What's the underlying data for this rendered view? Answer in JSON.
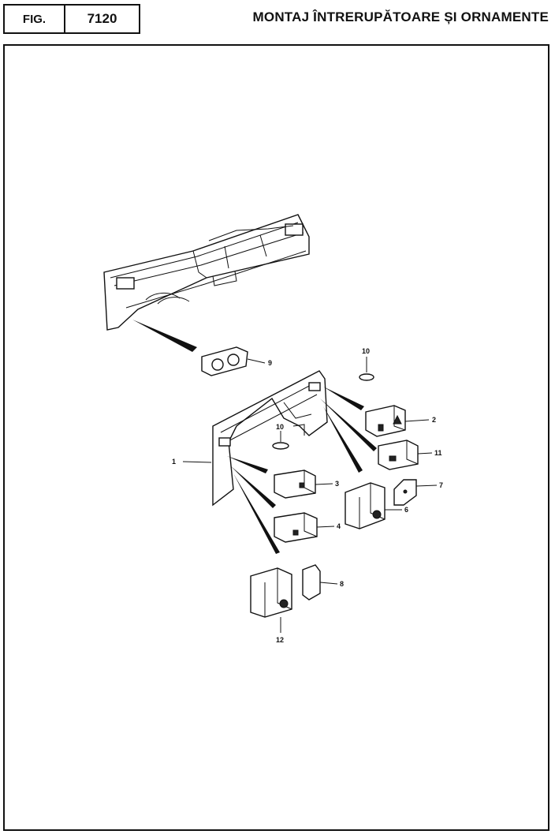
{
  "header": {
    "fig_label": "FIG.",
    "fig_number": "7120",
    "title": "MONTAJ ÎNTRERUPĂTOARE ȘI ORNAMENTE"
  },
  "callouts": {
    "c1": "1",
    "c2": "2",
    "c3": "3",
    "c4": "4",
    "c6": "6",
    "c7": "7",
    "c8": "8",
    "c9": "9",
    "c10a": "10",
    "c10b": "10",
    "c11": "11",
    "c12": "12"
  }
}
